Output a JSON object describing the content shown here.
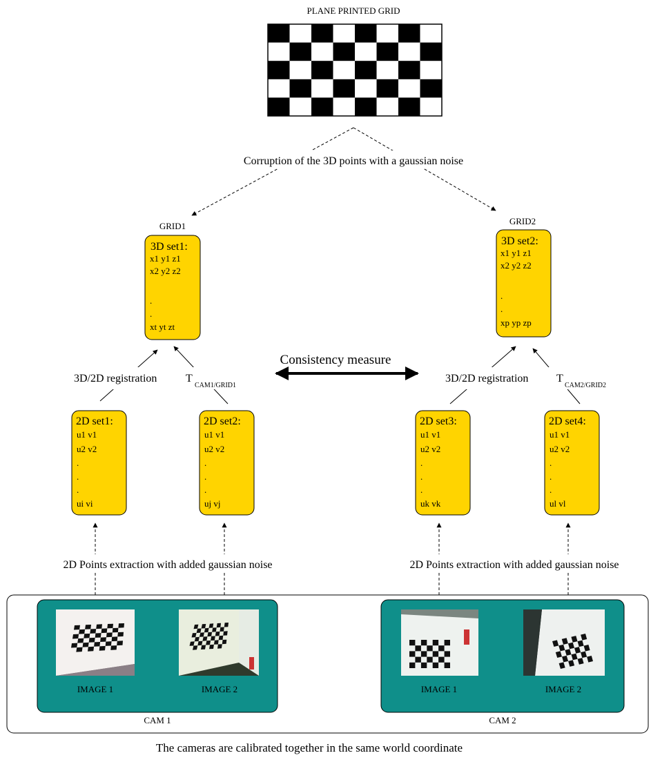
{
  "grid_title": "PLANE PRINTED GRID",
  "corruption_label": "Corruption of the 3D points with a gaussian noise",
  "grid1": {
    "label": "GRID1",
    "title": "3D set1:",
    "lines": [
      "x1 y1 z1",
      "x2 y2 z2",
      ".",
      ".",
      "xt yt zt"
    ]
  },
  "grid2": {
    "label": "GRID2",
    "title": "3D set2:",
    "lines": [
      "x1 y1 z1",
      "x2 y2 z2",
      ".",
      ".",
      "xp yp zp"
    ]
  },
  "consistency_label": "Consistency measure",
  "registration1": {
    "label": "3D/2D registration",
    "t": "T",
    "sub": "CAM1/GRID1"
  },
  "registration2": {
    "label": "3D/2D registration",
    "t": "T",
    "sub": "CAM2/GRID2"
  },
  "sets2d": [
    {
      "title": "2D set1:",
      "lines": [
        "u1 v1",
        "u2 v2",
        ".",
        ".",
        ".",
        "ui vi"
      ]
    },
    {
      "title": "2D set2:",
      "lines": [
        "u1 v1",
        "u2 v2",
        ".",
        ".",
        ".",
        "uj vj"
      ]
    },
    {
      "title": "2D set3:",
      "lines": [
        "u1 v1",
        "u2 v2",
        ".",
        ".",
        ".",
        "uk vk"
      ]
    },
    {
      "title": "2D set4:",
      "lines": [
        "u1 v1",
        "u2 v2",
        ".",
        ".",
        ".",
        "ul vl"
      ]
    }
  ],
  "extraction_label_left": "2D Points extraction with added gaussian noise",
  "extraction_label_right": "2D Points extraction with added gaussian noise",
  "cam1": {
    "label": "CAM 1",
    "image1": "IMAGE 1",
    "image2": "IMAGE 2"
  },
  "cam2": {
    "label": "CAM 2",
    "image1": "IMAGE 1",
    "image2": "IMAGE 2"
  },
  "footer": "The cameras are calibrated together in the same world coordinate",
  "colors": {
    "set_box": "#ffd400",
    "camera_box": "#0f8f8a",
    "checker_dark": "#000000",
    "checker_light": "#ffffff"
  }
}
